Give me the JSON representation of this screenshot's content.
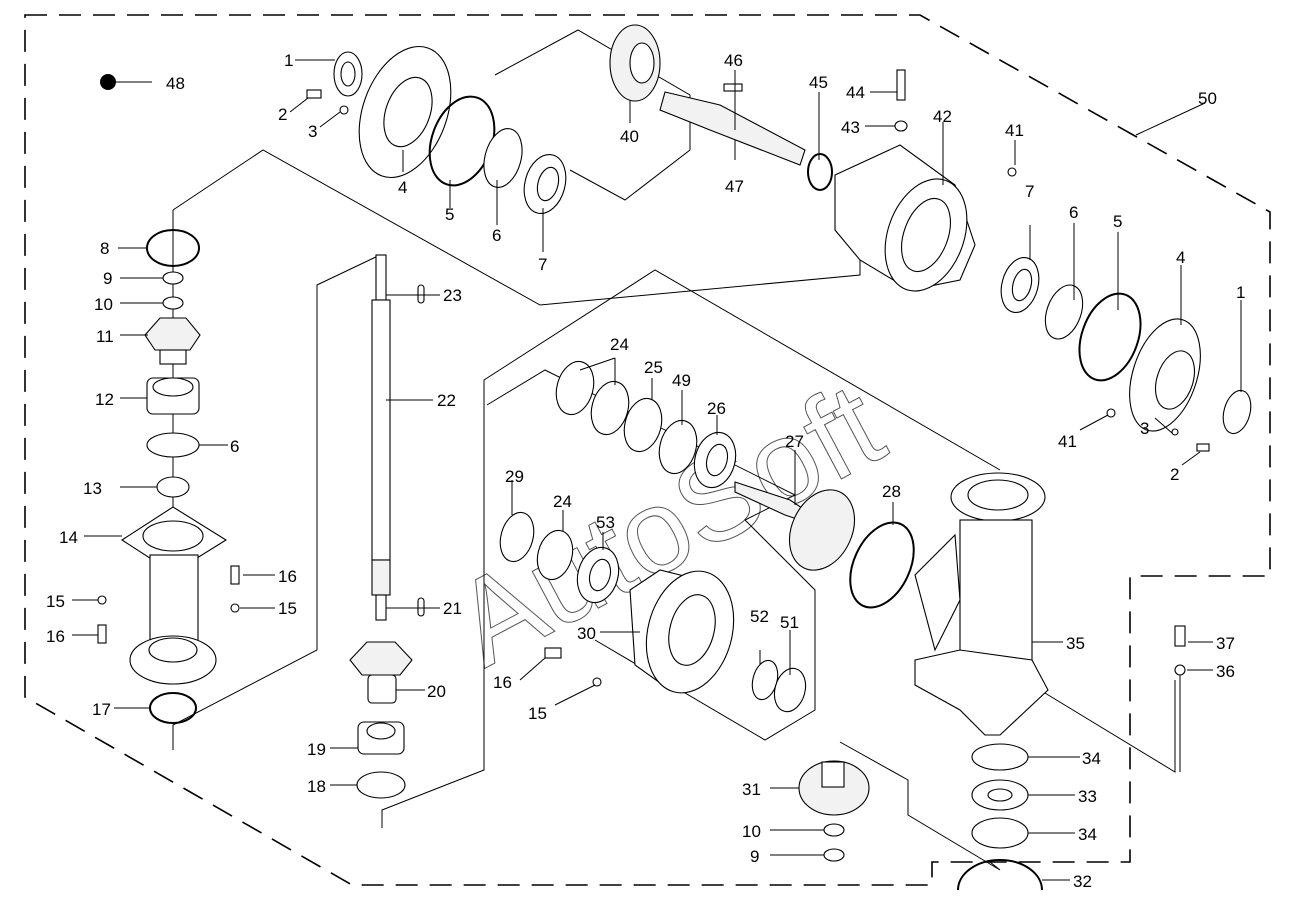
{
  "diagram": {
    "type": "exploded-parts-diagram",
    "subject": "Gearbox assembly",
    "watermark": "AutoSoft",
    "legend_marker_label": "48",
    "assembly_label": "50",
    "callouts": [
      {
        "id": "c1a",
        "label": "1"
      },
      {
        "id": "c2a",
        "label": "2"
      },
      {
        "id": "c3a",
        "label": "3"
      },
      {
        "id": "c4a",
        "label": "4"
      },
      {
        "id": "c5a",
        "label": "5"
      },
      {
        "id": "c6a",
        "label": "6"
      },
      {
        "id": "c7a",
        "label": "7"
      },
      {
        "id": "c40",
        "label": "40"
      },
      {
        "id": "c46",
        "label": "46"
      },
      {
        "id": "c47",
        "label": "47"
      },
      {
        "id": "c45",
        "label": "45"
      },
      {
        "id": "c44",
        "label": "44"
      },
      {
        "id": "c43",
        "label": "43"
      },
      {
        "id": "c42",
        "label": "42"
      },
      {
        "id": "c41a",
        "label": "41"
      },
      {
        "id": "c7b",
        "label": "7"
      },
      {
        "id": "c6b",
        "label": "6"
      },
      {
        "id": "c5b",
        "label": "5"
      },
      {
        "id": "c4b",
        "label": "4"
      },
      {
        "id": "c1b",
        "label": "1"
      },
      {
        "id": "c41b",
        "label": "41"
      },
      {
        "id": "c3b",
        "label": "3"
      },
      {
        "id": "c2b",
        "label": "2"
      },
      {
        "id": "c8",
        "label": "8"
      },
      {
        "id": "c9a",
        "label": "9"
      },
      {
        "id": "c10a",
        "label": "10"
      },
      {
        "id": "c11",
        "label": "11"
      },
      {
        "id": "c12",
        "label": "12"
      },
      {
        "id": "c6c",
        "label": "6"
      },
      {
        "id": "c13",
        "label": "13"
      },
      {
        "id": "c14",
        "label": "14"
      },
      {
        "id": "c16a",
        "label": "16"
      },
      {
        "id": "c15a",
        "label": "15"
      },
      {
        "id": "c15b",
        "label": "15"
      },
      {
        "id": "c16b",
        "label": "16"
      },
      {
        "id": "c17",
        "label": "17"
      },
      {
        "id": "c23",
        "label": "23"
      },
      {
        "id": "c22",
        "label": "22"
      },
      {
        "id": "c21",
        "label": "21"
      },
      {
        "id": "c20",
        "label": "20"
      },
      {
        "id": "c19",
        "label": "19"
      },
      {
        "id": "c18",
        "label": "18"
      },
      {
        "id": "c24a",
        "label": "24"
      },
      {
        "id": "c25",
        "label": "25"
      },
      {
        "id": "c49",
        "label": "49"
      },
      {
        "id": "c26",
        "label": "26"
      },
      {
        "id": "c27",
        "label": "27"
      },
      {
        "id": "c28",
        "label": "28"
      },
      {
        "id": "c29",
        "label": "29"
      },
      {
        "id": "c24b",
        "label": "24"
      },
      {
        "id": "c53",
        "label": "53"
      },
      {
        "id": "c30",
        "label": "30"
      },
      {
        "id": "c52",
        "label": "52"
      },
      {
        "id": "c51",
        "label": "51"
      },
      {
        "id": "c16c",
        "label": "16"
      },
      {
        "id": "c15c",
        "label": "15"
      },
      {
        "id": "c35",
        "label": "35"
      },
      {
        "id": "c37",
        "label": "37"
      },
      {
        "id": "c36",
        "label": "36"
      },
      {
        "id": "c34a",
        "label": "34"
      },
      {
        "id": "c33",
        "label": "33"
      },
      {
        "id": "c34b",
        "label": "34"
      },
      {
        "id": "c32",
        "label": "32"
      },
      {
        "id": "c31",
        "label": "31"
      },
      {
        "id": "c10b",
        "label": "10"
      },
      {
        "id": "c9b",
        "label": "9"
      }
    ]
  }
}
